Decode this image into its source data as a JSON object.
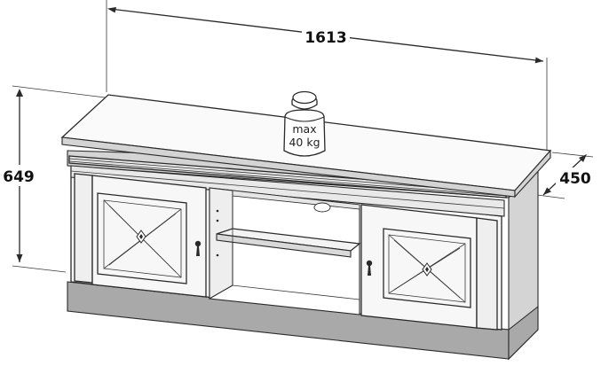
{
  "dimensions": {
    "width": "1613",
    "height": "649",
    "depth": "450"
  },
  "load_limit": {
    "line1": "max",
    "line2": "40 kg"
  },
  "icons": [
    "weight-icon",
    "door-handle-icon"
  ],
  "colors": {
    "line": "#2a2a2a",
    "plinth": "#a9a9a9",
    "shade": "#d4d4d4",
    "body": "#f7f7f7"
  }
}
